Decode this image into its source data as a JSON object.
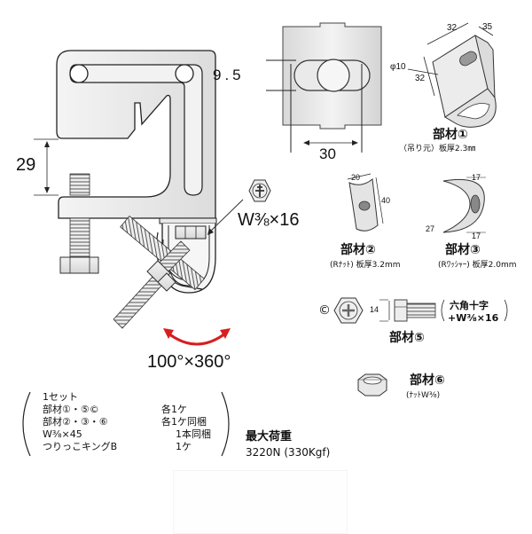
{
  "main_clamp": {
    "dim_gap": "29",
    "screw_label": "W⅜×16",
    "rotation_label": "100°×360°",
    "rotation_arrow_color": "#d81e1e"
  },
  "top_view": {
    "dim_slot_height": "9.5",
    "dim_slot_width": "30"
  },
  "part1": {
    "title": "部材①",
    "subtitle": "（吊り元）板厚2.3㎜",
    "dim_width": "32",
    "dim_depth": "35",
    "dim_height": "32",
    "dim_hole": "φ10"
  },
  "part2": {
    "title": "部材②",
    "subtitle": "(Rﾅｯﾄ) 板厚3.2mm",
    "dim_width": "20",
    "dim_length": "40"
  },
  "part3": {
    "title": "部材③",
    "subtitle": "(Rﾜｯｼｬｰ) 板厚2.0mm",
    "dim_top": "17",
    "dim_bottom": "17",
    "dim_thick": "27"
  },
  "part5": {
    "marker": "©",
    "title": "部材⑤",
    "dim_head": "14",
    "desc_line1": "六角十字",
    "desc_line2": "+W⅜×16"
  },
  "part6": {
    "title": "部材⑥",
    "subtitle": "(ﾅｯﾄW⅜)"
  },
  "set_list": {
    "rows": [
      {
        "item": "1セット",
        "qty": ""
      },
      {
        "item": "部材①・⑤©",
        "qty": "各1ケ"
      },
      {
        "item": "部材②・③・⑥",
        "qty": "各1ケ同梱"
      },
      {
        "item": "W⅜×45",
        "qty": "1本同梱"
      },
      {
        "item": "つりっこキングB",
        "qty": "1ケ"
      }
    ]
  },
  "max_load": {
    "label": "最大荷重",
    "value": "3220N (330Kgf)"
  }
}
